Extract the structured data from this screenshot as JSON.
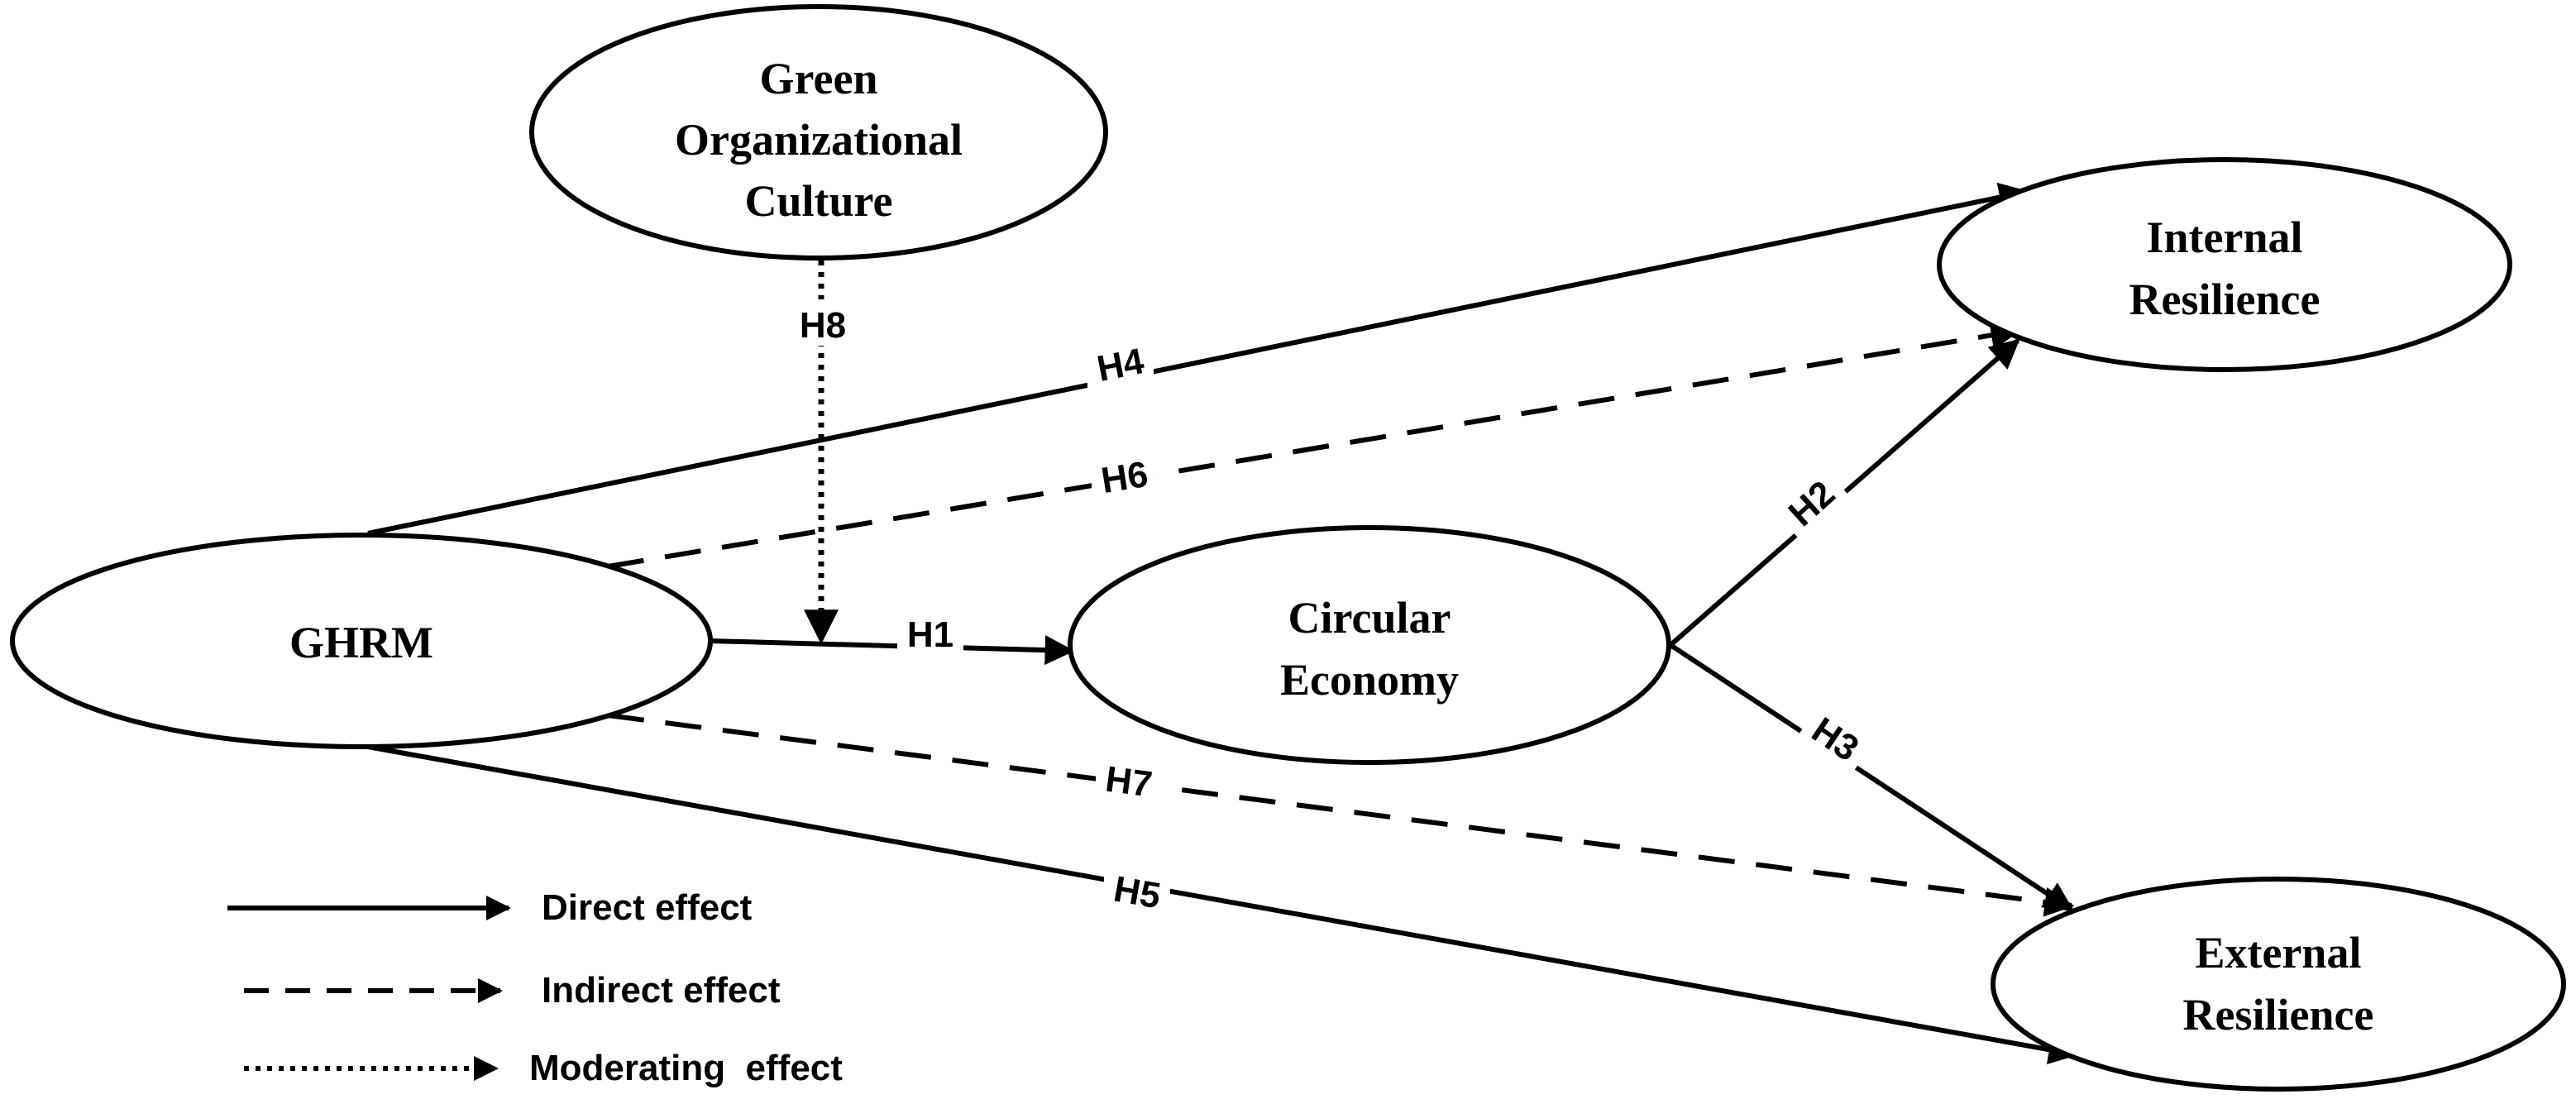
{
  "nodes": {
    "green_culture": {
      "lines": [
        "Green",
        "Organizational",
        "Culture"
      ]
    },
    "ghrm": {
      "lines": [
        "GHRM"
      ]
    },
    "circular_economy": {
      "lines": [
        "Circular",
        "Economy"
      ]
    },
    "internal_resilience": {
      "lines": [
        "Internal",
        "Resilience"
      ]
    },
    "external_resilience": {
      "lines": [
        "External",
        "Resilience"
      ]
    }
  },
  "hypotheses": {
    "h1": "H1",
    "h2": "H2",
    "h3": "H3",
    "h4": "H4",
    "h5": "H5",
    "h6": "H6",
    "h7": "H7",
    "h8": "H8"
  },
  "legend": {
    "direct": "Direct effect",
    "indirect": "Indirect effect",
    "moderating": "Moderating  effect"
  },
  "colors": {
    "stroke": "#000000",
    "background": "#ffffff"
  }
}
